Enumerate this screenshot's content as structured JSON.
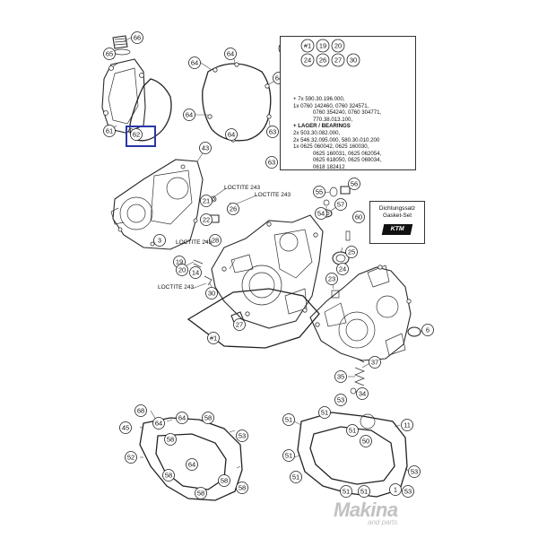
{
  "infobox": {
    "header_row1": [
      "#1",
      "19",
      "20"
    ],
    "header_row2": [
      "24",
      "26",
      "27",
      "30"
    ],
    "lines": [
      {
        "text": "+ 7x 590.30.196.000,",
        "bold": false
      },
      {
        "text": "1x 0760 142460, 0760 324571,",
        "bold": false
      },
      {
        "text": "0760 354240, 0760 304771,",
        "bold": false
      },
      {
        "text": "770.38.013.100,",
        "bold": false
      },
      {
        "text": "+ LAGER / BEARINGS",
        "bold": true
      },
      {
        "text": "2x 503.30.082.000,",
        "bold": false
      },
      {
        "text": "2x 546.32.095.000, 580.30.010.200",
        "bold": false
      },
      {
        "text": "1x 0625 060042, 0625 160030,",
        "bold": false
      },
      {
        "text": "0625 160031, 0625 062054,",
        "bold": false
      },
      {
        "text": "0625 618050, 0625 069034,",
        "bold": false
      },
      {
        "text": "0618 182412",
        "bold": false
      }
    ]
  },
  "gasket_set": {
    "line1": "Dichtungssatz",
    "line2": "Gasket-Set",
    "logo": "KTM"
  },
  "loctite_labels": [
    "LOCTITE 243",
    "LOCTITE 243",
    "LOCTITE 243",
    "LOCTITE 243"
  ],
  "callouts": [
    "66",
    "65",
    "64",
    "64",
    "64",
    "64",
    "64",
    "63",
    "61",
    "62",
    "43",
    "63",
    "21",
    "22",
    "28",
    "26",
    "3",
    "55",
    "56",
    "54",
    "57",
    "60",
    "25",
    "24",
    "23",
    "30",
    "19",
    "20",
    "14",
    "27",
    "#1",
    "6",
    "37",
    "35",
    "34",
    "53",
    "68",
    "64",
    "64",
    "58",
    "45",
    "52",
    "58",
    "58",
    "53",
    "58",
    "58",
    "64",
    "58",
    "51",
    "51",
    "51",
    "51",
    "51",
    "50",
    "11",
    "53",
    "51",
    "51",
    "53",
    "1"
  ],
  "watermark": {
    "brand": "Makina",
    "sub": "and parts"
  },
  "colors": {
    "highlight": "#2a35a8",
    "watermark": "#c2c2c2"
  }
}
